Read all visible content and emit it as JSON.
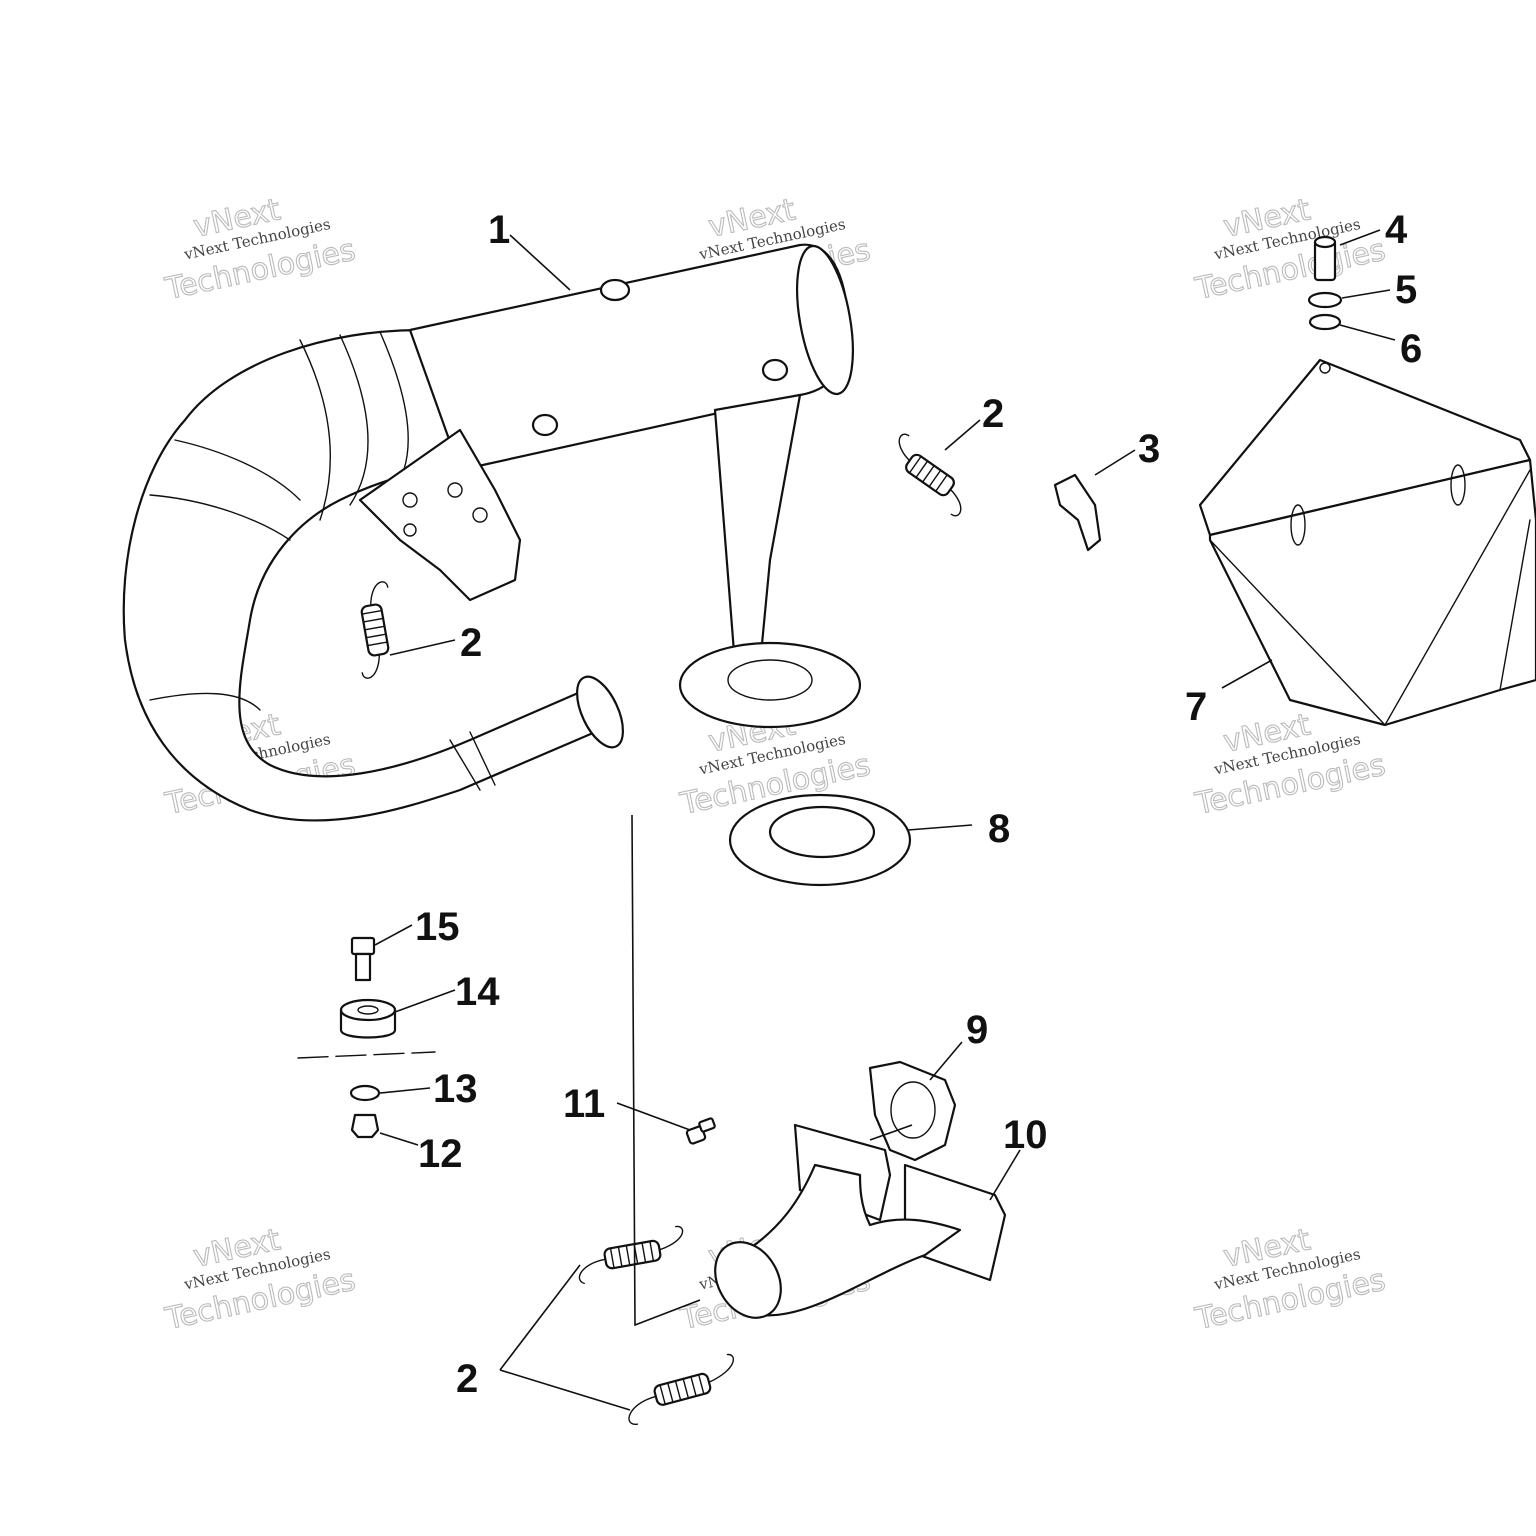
{
  "watermark": {
    "brand": "vNext",
    "line": "vNext Technologies",
    "word": "Technologies"
  },
  "callouts": [
    {
      "key": "c1",
      "label": "1"
    },
    {
      "key": "c2a",
      "label": "2"
    },
    {
      "key": "c2b",
      "label": "2"
    },
    {
      "key": "c2c",
      "label": "2"
    },
    {
      "key": "c3",
      "label": "3"
    },
    {
      "key": "c4",
      "label": "4"
    },
    {
      "key": "c5",
      "label": "5"
    },
    {
      "key": "c6",
      "label": "6"
    },
    {
      "key": "c7",
      "label": "7"
    },
    {
      "key": "c8",
      "label": "8"
    },
    {
      "key": "c9",
      "label": "9"
    },
    {
      "key": "c10",
      "label": "10"
    },
    {
      "key": "c11",
      "label": "11"
    },
    {
      "key": "c12",
      "label": "12"
    },
    {
      "key": "c13",
      "label": "13"
    },
    {
      "key": "c14",
      "label": "14"
    },
    {
      "key": "c15",
      "label": "15"
    }
  ],
  "colors": {
    "ink": "#111111",
    "background": "#ffffff",
    "watermark": "#bbbbbb"
  }
}
